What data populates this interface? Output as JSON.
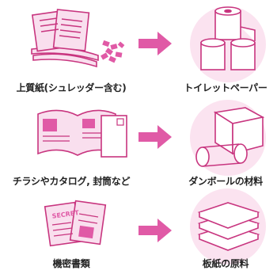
{
  "rows": [
    {
      "source_label": "上質紙(シュレッダー含む)",
      "target_label": "トイレットペーパー"
    },
    {
      "source_label": "チラシやカタログ, 封筒など",
      "target_label": "ダンボールの材料"
    },
    {
      "source_label": "機密書類",
      "target_label": "板紙の原料"
    }
  ],
  "secret_stamp": "SECRET",
  "colors": {
    "pink": "#e05aa6",
    "pink_light": "#f9dfee",
    "pink_circle": "#fbe3f0",
    "stroke": "#c8357f"
  }
}
